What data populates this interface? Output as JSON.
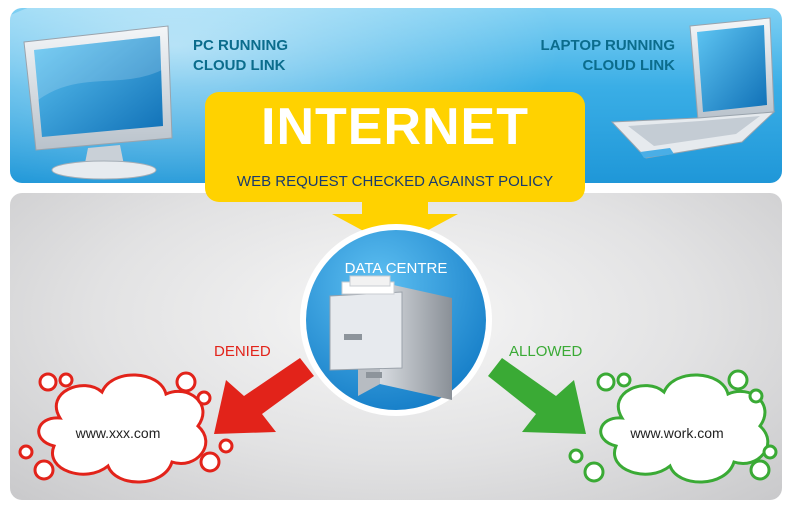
{
  "devices": {
    "pc_label_line1": "PC RUNNING",
    "pc_label_line2": "CLOUD LINK",
    "laptop_label_line1": "LAPTOP RUNNING",
    "laptop_label_line2": "CLOUD LINK"
  },
  "banner": {
    "title": "INTERNET",
    "subtitle": "WEB REQUEST CHECKED AGAINST POLICY"
  },
  "data_centre": {
    "label": "DATA CENTRE"
  },
  "outcomes": {
    "denied_label": "DENIED",
    "allowed_label": "ALLOWED",
    "denied_site": "www.xxx.com",
    "allowed_site": "www.work.com"
  },
  "colors": {
    "banner_yellow": "#ffd200",
    "denied_red": "#e2231a",
    "allowed_green": "#3aaa35",
    "sky_blue": "#2aa3e0",
    "circle_blue": "#1b8fd2"
  },
  "icons": [
    "desktop-monitor-icon",
    "laptop-icon",
    "filing-cabinet-icon",
    "cloud-icon"
  ]
}
